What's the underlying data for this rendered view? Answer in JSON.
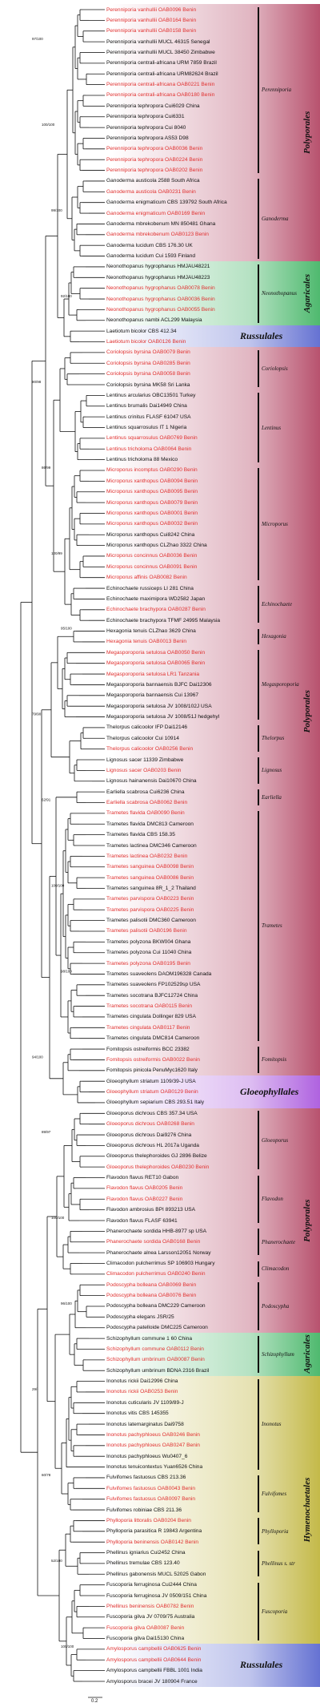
{
  "tips": [
    {
      "label": "Perenniporia vanhullii OAB0096 Benin",
      "red": true
    },
    {
      "label": "Perenniporia vanhullii OAB0164 Benin",
      "red": true
    },
    {
      "label": "Perenniporia vanhullii OAB0158 Benin",
      "red": true
    },
    {
      "label": "Perenniporia vanhullii MUCL 46315 Senegal",
      "red": false
    },
    {
      "label": "Perenniporia vanhullii MUCL 38450 Zimbabwe",
      "red": false
    },
    {
      "label": "Perenniporia centrali-africana URM 7859 Brazil",
      "red": false
    },
    {
      "label": "Perenniporia centrali-africana URM82624 Brazil",
      "red": false
    },
    {
      "label": "Perenniporia centrali-africana OAB0221 Benin",
      "red": true
    },
    {
      "label": "Perenniporia centrali-africana OAB0180 Benin",
      "red": true
    },
    {
      "label": "Perenniporia tephropora Cui6029 China",
      "red": false
    },
    {
      "label": "Perenniporia tephropora Cui6331",
      "red": false
    },
    {
      "label": "Perenniporia tephropora Cui 8040",
      "red": false
    },
    {
      "label": "Perenniporia tephropora AS53 D98",
      "red": false
    },
    {
      "label": "Perenniporia tephropora OAB0036 Benin",
      "red": true
    },
    {
      "label": "Perenniporia tephropora OAB0224 Benin",
      "red": true
    },
    {
      "label": "Perenniporia tephropora OAB0202 Benin",
      "red": true
    },
    {
      "label": "Ganoderma austicola 2588 South Africa",
      "red": false
    },
    {
      "label": "Ganoderma austicola OAB0231 Benin",
      "red": true
    },
    {
      "label": "Ganoderma enigmaticum CBS 139792 South Africa",
      "red": false
    },
    {
      "label": "Ganoderma enigmaticum OAB0169 Benin",
      "red": true
    },
    {
      "label": "Ganoderma mbrekobenum MN 850481 Ghana",
      "red": false
    },
    {
      "label": "Ganoderma mbrekobenum OAB0123 Benin",
      "red": true
    },
    {
      "label": "Ganoderma lucidum CBS 176.30 UK",
      "red": false
    },
    {
      "label": "Ganoderma lucidum Cui 1593 Finland",
      "red": false
    },
    {
      "label": "Neonothopanus hygrophanus HMJAU48221",
      "red": false
    },
    {
      "label": "Neonothopanus hygrophanus HMJAU48223",
      "red": false
    },
    {
      "label": "Neonothopanus hygrophanus OAB0078 Benin",
      "red": true
    },
    {
      "label": "Neonothopanus hygrophanus OAB0036 Benin",
      "red": true
    },
    {
      "label": "Neonothopanus hygrophanus OAB0055 Benin",
      "red": true
    },
    {
      "label": "Neonothopanus nambi ACL299 Malaysia",
      "red": false
    },
    {
      "label": "Laetiotum bicolor CBS 412.34",
      "red": false
    },
    {
      "label": "Laetiotum bicolor OAB0126 Benin",
      "red": true
    },
    {
      "label": "Coriolopsis byrsina OAB0079 Benin",
      "red": true
    },
    {
      "label": "Coriolopsis byrsina OAB0285 Benin",
      "red": true
    },
    {
      "label": "Coriolopsis byrsina OAB0058 Benin",
      "red": true
    },
    {
      "label": "Coriolopsis byrsina MK58 Sri Lanka",
      "red": false
    },
    {
      "label": "Lentinus arcularius OBC13501 Turkey",
      "red": false
    },
    {
      "label": "Lentinus brumalis Dai14949 China",
      "red": false
    },
    {
      "label": "Lentinus crinitus FLASF 61047 USA",
      "red": false
    },
    {
      "label": "Lentinus squarrosulus IT 1 Nigeria",
      "red": false
    },
    {
      "label": "Lentinus squarrosulus OAB0769 Benin",
      "red": true
    },
    {
      "label": "Lentinus tricholoma OAB0064 Benin",
      "red": true
    },
    {
      "label": "Lentinus tricholoma 88 Mexico",
      "red": false
    },
    {
      "label": "Microporus incomptus OAB0290 Benin",
      "red": true
    },
    {
      "label": "Microporus xanthopus OAB0094 Benin",
      "red": true
    },
    {
      "label": "Microporus xanthopus OAB0095 Benin",
      "red": true
    },
    {
      "label": "Microporus xanthopus OAB0079 Benin",
      "red": true
    },
    {
      "label": "Microporus xanthopus OAB0001 Benin",
      "red": true
    },
    {
      "label": "Microporus xanthopus OAB0032 Benin",
      "red": true
    },
    {
      "label": "Microporus xanthopus Cui8242 China",
      "red": false
    },
    {
      "label": "Microporus xanthopus CLZhao 3322 China",
      "red": false
    },
    {
      "label": "Microporus concinnus OAB0036 Benin",
      "red": true
    },
    {
      "label": "Microporus concinnus OAB0091 Benin",
      "red": true
    },
    {
      "label": "Microporus affinis OAB0082 Benin",
      "red": true
    },
    {
      "label": "Echinochaete russiceps LI 281 China",
      "red": false
    },
    {
      "label": "Echinochaete maximipora WD2582 Japan",
      "red": false
    },
    {
      "label": "Echinochaete brachypora OAB0287 Benin",
      "red": true
    },
    {
      "label": "Echinochaete brachypora TFMF 24995 Malaysia",
      "red": false
    },
    {
      "label": "Hexagonia tenuis CLZhao 3629 China",
      "red": false
    },
    {
      "label": "Hexagonia tenuis OAB0013 Benin",
      "red": true
    },
    {
      "label": "Megasporoporia setulosa OAB0050 Benin",
      "red": true
    },
    {
      "label": "Megasporoporia setulosa OAB0065 Benin",
      "red": true
    },
    {
      "label": "Megasporoporia setulosa LR1 Tanzania",
      "red": true
    },
    {
      "label": "Megasporoporia bannaensis BJFC Dai12306",
      "red": false
    },
    {
      "label": "Megasporoporia bannaensis Cui 13967",
      "red": false
    },
    {
      "label": "Megasporoporia setulosa JV 1008/102J USA",
      "red": false
    },
    {
      "label": "Megasporoporia setulosa JV 1008/51J hedgehyl",
      "red": false
    },
    {
      "label": "Thelorpus calicoolor IFP Dai12146",
      "red": false
    },
    {
      "label": "Thelorpus calicoolor Cui 10914",
      "red": false
    },
    {
      "label": "Thelorpus calicoolor OAB0256 Benin",
      "red": true
    },
    {
      "label": "Lignosus sacer 11339 Zimbabwe",
      "red": false
    },
    {
      "label": "Lignosus sacer OAB0203 Benin",
      "red": true
    },
    {
      "label": "Lignosus hainanensis Dai10670 China",
      "red": false
    },
    {
      "label": "Earliella scabrosa Cui6236 China",
      "red": false
    },
    {
      "label": "Earliella scabrosa OAB0062 Benin",
      "red": true
    },
    {
      "label": "Trametes flavida OAB0090 Benin",
      "red": true
    },
    {
      "label": "Trametes flavida DMC813 Cameroon",
      "red": false
    },
    {
      "label": "Trametes flavida CBS 158.35",
      "red": false
    },
    {
      "label": "Trametes lactinea DMC346 Cameroon",
      "red": false
    },
    {
      "label": "Trametes lactinea OAB0232 Benin",
      "red": true
    },
    {
      "label": "Trametes sanguinea OAB0098 Benin",
      "red": true
    },
    {
      "label": "Trametes sanguinea OAB0086 Benin",
      "red": true
    },
    {
      "label": "Trametes sanguinea 8R_1_2 Thailand",
      "red": false
    },
    {
      "label": "Trametes parvispora OAB0223 Benin",
      "red": true
    },
    {
      "label": "Trametes parvispora OAB0225 Benin",
      "red": true
    },
    {
      "label": "Trametes palisotii DMC360 Cameroon",
      "red": false
    },
    {
      "label": "Trametes palisotii OAB0196 Benin",
      "red": true
    },
    {
      "label": "Trametes polyzona BKW004 Ghana",
      "red": false
    },
    {
      "label": "Trametes polyzona Cui 11040 China",
      "red": false
    },
    {
      "label": "Trametes polyzona OAB0195 Benin",
      "red": true
    },
    {
      "label": "Trametes suaveolens DAOM196328 Canada",
      "red": false
    },
    {
      "label": "Trametes suaveolens FP102529sp USA",
      "red": false
    },
    {
      "label": "Trametes socotrana BJFC12724 China",
      "red": false
    },
    {
      "label": "Trametes socotrana OAB0115 Benin",
      "red": true
    },
    {
      "label": "Trametes cingulata Dollinger 829 USA",
      "red": false
    },
    {
      "label": "Trametes cingulata OAB0117 Benin",
      "red": true
    },
    {
      "label": "Trametes cingulata DMC814 Cameroon",
      "red": false
    },
    {
      "label": "Fomitopsis ostreiformis BCC 23382",
      "red": false
    },
    {
      "label": "Fomitopsis ostreiformis OAB0022 Benin",
      "red": true
    },
    {
      "label": "Fomitopsis pinicola PenuMyc1620 Italy",
      "red": false
    },
    {
      "label": "Gloeophyllum striatum 1109/39-J USA",
      "red": false
    },
    {
      "label": "Gloeophyllum striatum OAB0129 Benin",
      "red": true
    },
    {
      "label": "Gloeophyllum sepiarium CBS 293.51 Italy",
      "red": false
    },
    {
      "label": "Gloeoporus dichrous CBS 357.34 USA",
      "red": false
    },
    {
      "label": "Gloeoporus dichrous OAB0268 Benin",
      "red": true
    },
    {
      "label": "Gloeoporus dichrous Dai9276 China",
      "red": false
    },
    {
      "label": "Gloeoporus dichrous HL 2017a Uganda",
      "red": false
    },
    {
      "label": "Gloeoporus thelephoroides GJ 2896 Belize",
      "red": false
    },
    {
      "label": "Gloeoporus thelephoroides OAB0230 Benin",
      "red": true
    },
    {
      "label": "Flavodon flavus RET10 Gabon",
      "red": false
    },
    {
      "label": "Flavodon flavus OAB0205 Benin",
      "red": true
    },
    {
      "label": "Flavodon flavus OAB0227 Benin",
      "red": true
    },
    {
      "label": "Flavodon ambrosius BPI 893213 USA",
      "red": false
    },
    {
      "label": "Flavodon flavus FLASF 63941",
      "red": false
    },
    {
      "label": "Phanerochaete sordida HHB-8977 sp USA",
      "red": false
    },
    {
      "label": "Phanerochaete sordida OAB0168 Benin",
      "red": true
    },
    {
      "label": "Phanerochaete alnea Larsson12051 Norway",
      "red": false
    },
    {
      "label": "Climacodon pulcherrimus SP 106903 Hungary",
      "red": false
    },
    {
      "label": "Climacodon pulcherrimus OAB0240 Benin",
      "red": true
    },
    {
      "label": "Podoscypha bolleana OAB0069 Benin",
      "red": true
    },
    {
      "label": "Podoscypha bolleana OAB0076 Benin",
      "red": true
    },
    {
      "label": "Podoscypha bolleana DMC229 Cameroon",
      "red": false
    },
    {
      "label": "Podoscypha elegans JSR/25",
      "red": false
    },
    {
      "label": "Podoscypha patelloide DMC225 Cameroon",
      "red": false
    },
    {
      "label": "Schizophyllum commune 1 60 China",
      "red": false
    },
    {
      "label": "Schizophyllum commune OAB0112 Benin",
      "red": true
    },
    {
      "label": "Schizophyllum umbrinum OAB0087 Benin",
      "red": true
    },
    {
      "label": "Schizophyllum umbrinum BDNA 2316 Brazil",
      "red": false
    },
    {
      "label": "Inonotus rickii Dai12996 China",
      "red": false
    },
    {
      "label": "Inonotus rickii OAB0253 Benin",
      "red": true
    },
    {
      "label": "Inonotus cuticularis JV 1109/89-J",
      "red": false
    },
    {
      "label": "Inonotus vitis CBS 145355",
      "red": false
    },
    {
      "label": "Inonotus latemarginatus Dai9758",
      "red": false
    },
    {
      "label": "Inonotus pachyphloeus OAB0246 Benin",
      "red": true
    },
    {
      "label": "Inonotus pachyphloeus OAB0247 Benin",
      "red": true
    },
    {
      "label": "Inonotus pachyphloeus Wu0407_6",
      "red": false
    },
    {
      "label": "Inonotus tenuicontextus Yuan6526 China",
      "red": false
    },
    {
      "label": "Fulvifomes fastuosus CBS 213.36",
      "red": false
    },
    {
      "label": "Fulvifomes fastuosus OAB0043 Benin",
      "red": true
    },
    {
      "label": "Fulvifomes fastuosus OAB0097 Benin",
      "red": true
    },
    {
      "label": "Fulvifomes robiniae CBS 211.36",
      "red": false
    },
    {
      "label": "Phylloporia littoralis OAB0204 Benin",
      "red": true
    },
    {
      "label": "Phylloporia parasitica R 19843 Argentina",
      "red": false
    },
    {
      "label": "Phylloporia beninensis OAB0142 Benin",
      "red": true
    },
    {
      "label": "Phellinus igniarius Cui2452 China",
      "red": false
    },
    {
      "label": "Phellinus tremulae CBS 123.40",
      "red": false
    },
    {
      "label": "Phellinus gabonensis MUCL 52025 Gabon",
      "red": false
    },
    {
      "label": "Fuscoporia ferruginosa Cui2444 China",
      "red": false
    },
    {
      "label": "Fuscoporia ferruginosa JV 0509/151 China",
      "red": false
    },
    {
      "label": "Phellinus beninensis OAB0782 Benin",
      "red": true
    },
    {
      "label": "Fuscoporia gilva JV 0709/75 Australia",
      "red": false
    },
    {
      "label": "Fuscoporia gilva OAB0087 Benin",
      "red": true
    },
    {
      "label": "Fuscoporia gilva Dai15130 China",
      "red": false
    },
    {
      "label": "Amylosporus campbellii OAB0625 Benin",
      "red": true
    },
    {
      "label": "Amylosporus campbellii OAB0644 Benin",
      "red": true
    },
    {
      "label": "Amylosporus campbellii FBBL 1001 India",
      "red": false
    },
    {
      "label": "Amylosporus bracei JV 180904 France",
      "red": false
    }
  ],
  "clades": [
    {
      "label": "Perenniporia",
      "from": 0,
      "to": 15
    },
    {
      "label": "Ganoderma",
      "from": 16,
      "to": 23
    },
    {
      "label": "Neonothopanus",
      "from": 24,
      "to": 29
    },
    {
      "label": "Coriolopsis",
      "from": 32,
      "to": 35
    },
    {
      "label": "Lentinus",
      "from": 36,
      "to": 42
    },
    {
      "label": "Microporus",
      "from": 43,
      "to": 53
    },
    {
      "label": "Echinochaete",
      "from": 54,
      "to": 57
    },
    {
      "label": "Hexagonia",
      "from": 58,
      "to": 59
    },
    {
      "label": "Megasporoporia",
      "from": 60,
      "to": 66
    },
    {
      "label": "Thelorpus",
      "from": 67,
      "to": 69
    },
    {
      "label": "Lignosus",
      "from": 70,
      "to": 72
    },
    {
      "label": "Earliella",
      "from": 73,
      "to": 74
    },
    {
      "label": "Trametes",
      "from": 75,
      "to": 96
    },
    {
      "label": "Fomitopsis",
      "from": 97,
      "to": 99
    },
    {
      "label": "Gloeoporus",
      "from": 103,
      "to": 108
    },
    {
      "label": "Flavodon",
      "from": 109,
      "to": 113
    },
    {
      "label": "Phanerochaete",
      "from": 114,
      "to": 116
    },
    {
      "label": "Climacodon",
      "from": 117,
      "to": 118
    },
    {
      "label": "Podoscypha",
      "from": 119,
      "to": 123
    },
    {
      "label": "Schizophyllum",
      "from": 124,
      "to": 127
    },
    {
      "label": "Inonotus",
      "from": 128,
      "to": 136
    },
    {
      "label": "Fulvifomes",
      "from": 137,
      "to": 140
    },
    {
      "label": "Phylloporia",
      "from": 141,
      "to": 143
    },
    {
      "label": "Phellinus s. str",
      "from": 144,
      "to": 146
    },
    {
      "label": "Fuscoporia",
      "from": 147,
      "to": 152
    }
  ],
  "orders": [
    {
      "label": "Polyporales",
      "from": 0,
      "to": 23,
      "color": "#a6274a",
      "h": false
    },
    {
      "label": "Agaricales",
      "from": 24,
      "to": 29,
      "color": "#23a84b",
      "h": false
    },
    {
      "label": "Russulales",
      "from": 30,
      "to": 31,
      "color": "#3f4fc7",
      "h": true
    },
    {
      "label": "Polyporales",
      "from": 32,
      "to": 99,
      "color": "#a6274a",
      "h": false
    },
    {
      "label": "Gloeophyllales",
      "from": 100,
      "to": 102,
      "color": "#9b3bd8",
      "h": true
    },
    {
      "label": "Polyporales",
      "from": 103,
      "to": 123,
      "color": "#a6274a",
      "h": false
    },
    {
      "label": "Agaricales",
      "from": 124,
      "to": 127,
      "color": "#23a84b",
      "h": false
    },
    {
      "label": "Hymenochaetales",
      "from": 128,
      "to": 152,
      "color": "#b5a81c",
      "h": false
    },
    {
      "label": "Russulales",
      "from": 153,
      "to": 156,
      "color": "#3f4fc7",
      "h": true
    }
  ],
  "supports": [
    "97/100",
    "100/100",
    "99/100",
    "92/100",
    "90/98",
    "86/99",
    "100/99",
    "95/100",
    "79/90",
    "62/91",
    "100/100",
    "98/100",
    "94/100",
    "89/97",
    "100/100",
    "96/100",
    "29/-",
    "60/78",
    "52/100",
    "100/100"
  ],
  "scale_label": "0.2"
}
